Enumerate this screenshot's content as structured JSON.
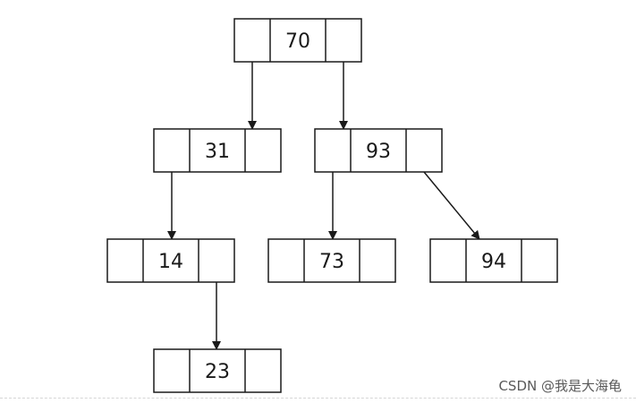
{
  "diagram": {
    "nodes": [
      {
        "id": "n70",
        "key": "70"
      },
      {
        "id": "n31",
        "key": "31"
      },
      {
        "id": "n93",
        "key": "93"
      },
      {
        "id": "n14",
        "key": "14"
      },
      {
        "id": "n73",
        "key": "73"
      },
      {
        "id": "n94",
        "key": "94"
      },
      {
        "id": "n23",
        "key": "23"
      }
    ],
    "edges": [
      {
        "from": "n70",
        "to": "n31",
        "side": "left"
      },
      {
        "from": "n70",
        "to": "n93",
        "side": "right"
      },
      {
        "from": "n31",
        "to": "n14",
        "side": "left"
      },
      {
        "from": "n93",
        "to": "n73",
        "side": "left"
      },
      {
        "from": "n93",
        "to": "n94",
        "side": "right"
      },
      {
        "from": "n14",
        "to": "n23",
        "side": "right"
      }
    ],
    "colors": {
      "stroke": "#1a1a1a",
      "fill": "#ffffff",
      "text": "#1a1a1a"
    }
  },
  "watermark": {
    "text": "CSDN @我是大海龟"
  }
}
